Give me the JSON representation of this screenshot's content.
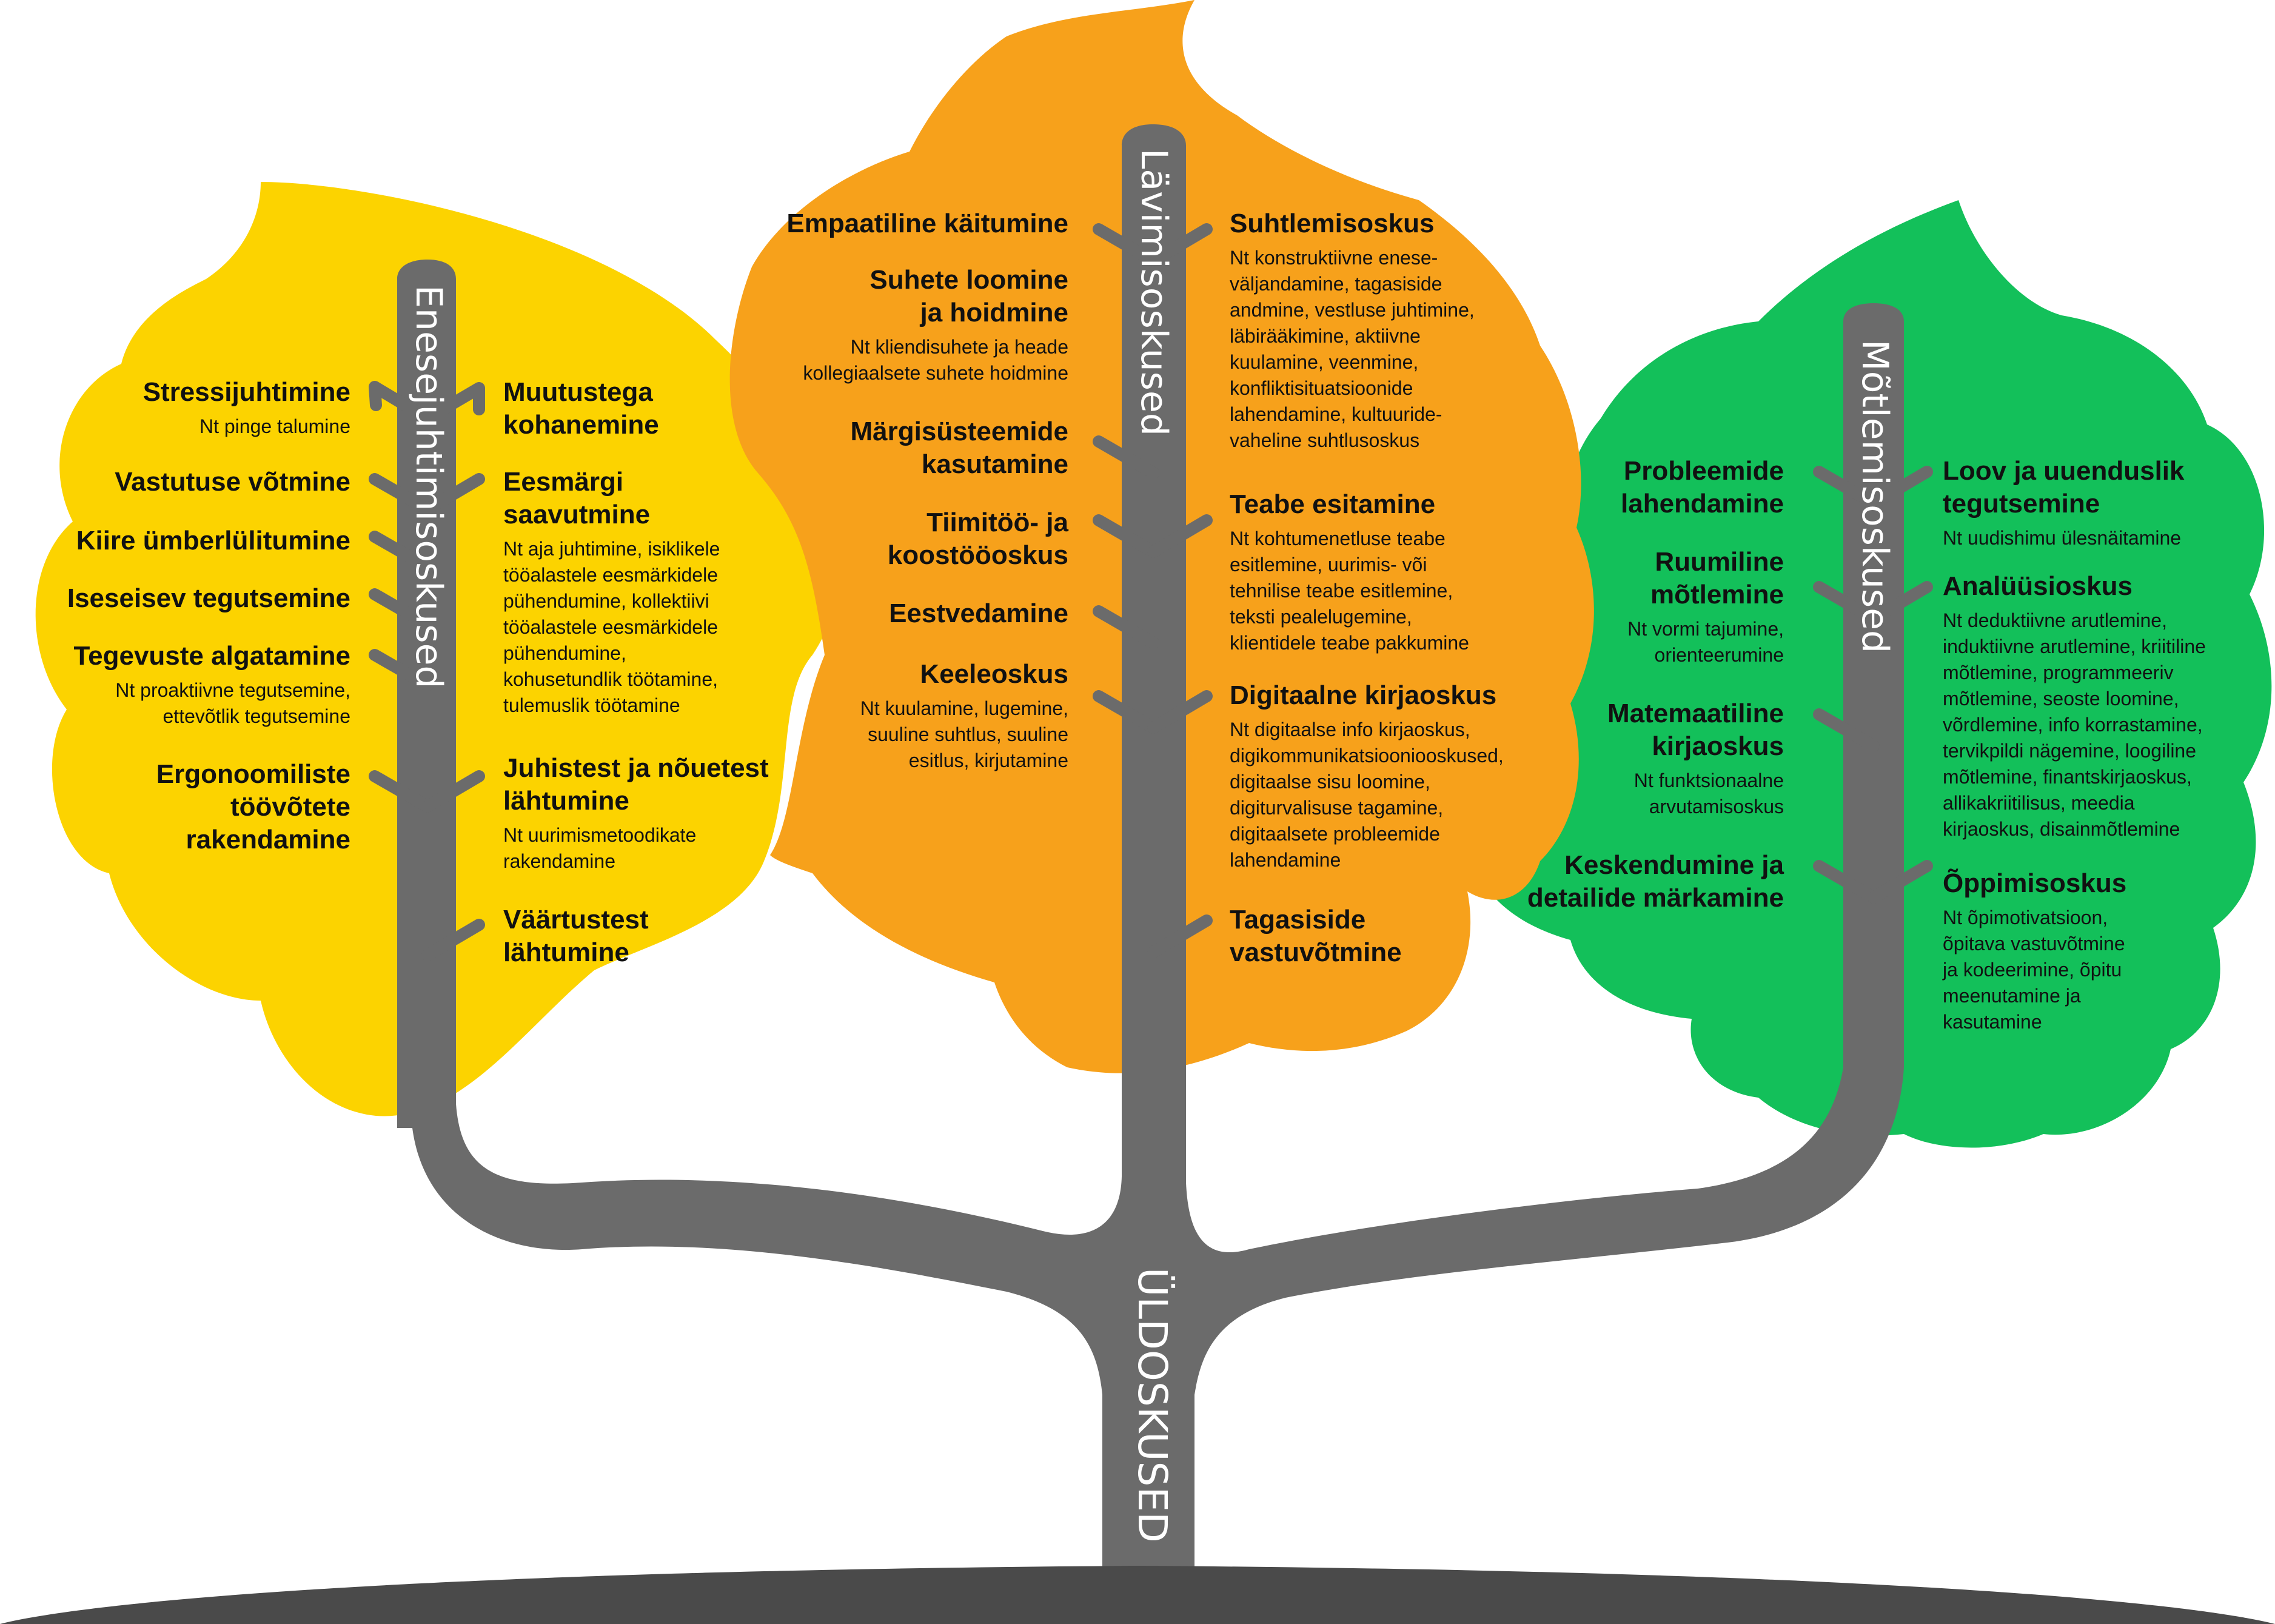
{
  "colors": {
    "yellow": "#FCD300",
    "orange": "#F7A11B",
    "green": "#13C05A",
    "trunk": "#6B6B6B",
    "ground": "#4A4A4A"
  },
  "trunk_label": "ÜLDOSKUSED",
  "branches": {
    "left": {
      "label": "Enesejuhtimisoskused",
      "left_items": [
        {
          "title": "Stressijuhtimine",
          "desc": "Nt pinge talumine"
        },
        {
          "title": "Vastutuse võtmine",
          "desc": ""
        },
        {
          "title": "Kiire ümberlülitumine",
          "desc": ""
        },
        {
          "title": "Iseseisev tegutsemine",
          "desc": ""
        },
        {
          "title": "Tegevuste algatamine",
          "desc": "Nt proaktiivne tegutsemine,\nettevõtlik tegutsemine"
        },
        {
          "title": "Ergonoomiliste\ntöövõtete\nrakendamine",
          "desc": ""
        }
      ],
      "right_items": [
        {
          "title": "Muutustega\nkohanemine",
          "desc": ""
        },
        {
          "title": "Eesmärgi\nsaavutmine",
          "desc": "Nt aja juhtimine, isiklikele\ntööalastele eesmärkidele\npühendumine, kollektiivi\ntööalastele eesmärkidele\npühendumine,\nkohusetundlik töötamine,\ntulemuslik töötamine"
        },
        {
          "title": "Juhistest ja nõuetest\nlähtumine",
          "desc": "Nt uurimismetoodikate\nrakendamine"
        },
        {
          "title": "Väärtustest\nlähtumine",
          "desc": ""
        }
      ]
    },
    "center": {
      "label": "Lävimisoskused",
      "left_items": [
        {
          "title": "Empaatiline käitumine",
          "desc": ""
        },
        {
          "title": "Suhete loomine\nja hoidmine",
          "desc": "Nt kliendisuhete ja heade\nkollegiaalsete suhete hoidmine"
        },
        {
          "title": "Märgisüsteemide\nkasutamine",
          "desc": ""
        },
        {
          "title": "Tiimitöö- ja\nkoostööoskus",
          "desc": ""
        },
        {
          "title": "Eestvedamine",
          "desc": ""
        },
        {
          "title": "Keeleoskus",
          "desc": "Nt kuulamine, lugemine,\nsuuline suhtlus, suuline\nesitlus, kirjutamine"
        }
      ],
      "right_items": [
        {
          "title": "Suhtlemisoskus",
          "desc": "Nt konstruktiivne enese-\nväljandamine, tagasiside\nandmine, vestluse juhtimine,\nläbirääkimine, aktiivne\nkuulamine, veenmine,\nkonfliktisituatsioonide\nlahendamine, kultuuride-\nvaheline suhtlusoskus"
        },
        {
          "title": "Teabe esitamine",
          "desc": "Nt kohtumenetluse teabe\nesitlemine, uurimis- või\ntehnilise teabe esitlemine,\nteksti pealelugemine,\nklientidele teabe pakkumine"
        },
        {
          "title": "Digitaalne kirjaoskus",
          "desc": "Nt digitaalse info kirjaoskus,\ndigikommunikatsiooniooskused,\ndigitaalse sisu loomine,\ndigiturvalisuse tagamine,\ndigitaalsete probleemide\nlahendamine"
        },
        {
          "title": "Tagasiside\nvastuvõtmine",
          "desc": ""
        }
      ]
    },
    "right": {
      "label": "Mõtlemisoskused",
      "left_items": [
        {
          "title": "Probleemide\nlahendamine",
          "desc": ""
        },
        {
          "title": "Ruumiline\nmõtlemine",
          "desc": "Nt vormi tajumine,\norienteerumine"
        },
        {
          "title": "Matemaatiline\nkirjaoskus",
          "desc": "Nt funktsionaalne\narvutamisoskus"
        },
        {
          "title": "Keskendumine ja\ndetailide märkamine",
          "desc": ""
        }
      ],
      "right_items": [
        {
          "title": "Loov ja uuenduslik\ntegutsemine",
          "desc": "Nt uudishimu ülesnäitamine"
        },
        {
          "title": "Analüüsioskus",
          "desc": "Nt deduktiivne arutlemine,\ninduktiivne arutlemine, kriitiline\nmõtlemine, programmeeriv\nmõtlemine, seoste loomine,\nvõrdlemine, info korrastamine,\ntervikpildi nägemine, loogiline\nmõtlemine, finantskirjaoskus,\nallikakriitilisus, meedia\nkirjaoskus, disainmõtlemine"
        },
        {
          "title": "Õppimisoskus",
          "desc": "Nt õpimotivatsioon,\nõpitava vastuvõtmine\nja kodeerimine, õpitu\nmeenutamine ja\nkasutamine"
        }
      ]
    }
  }
}
